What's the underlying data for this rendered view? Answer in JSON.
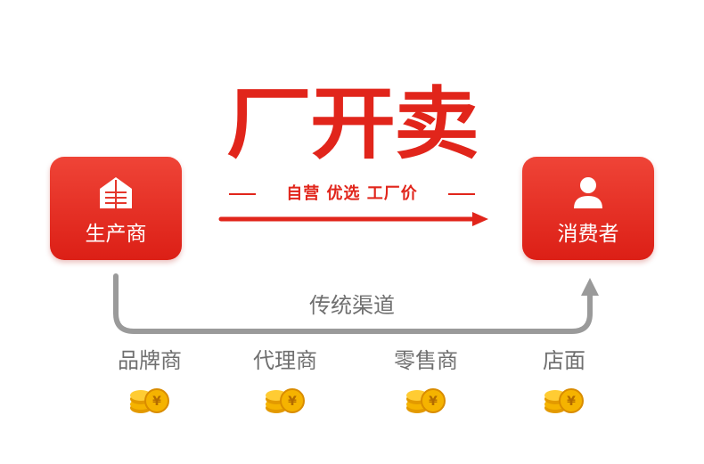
{
  "brand": {
    "title": "厂开卖",
    "tagline": "自营 优选 工厂价"
  },
  "producer": {
    "label": "生产商",
    "icon": "factory-icon"
  },
  "consumer": {
    "label": "消费者",
    "icon": "person-icon"
  },
  "traditional_channel": {
    "label": "传统渠道",
    "middlemen": [
      {
        "name": "品牌商",
        "icon": "coins-icon"
      },
      {
        "name": "代理商",
        "icon": "coins-icon"
      },
      {
        "name": "零售商",
        "icon": "coins-icon"
      },
      {
        "name": "店面",
        "icon": "coins-icon"
      }
    ]
  },
  "colors": {
    "accent": "#e1251b",
    "gray_text": "#6f6f6f",
    "gray_line": "#9a9a9a",
    "coin": "#f5b300"
  }
}
